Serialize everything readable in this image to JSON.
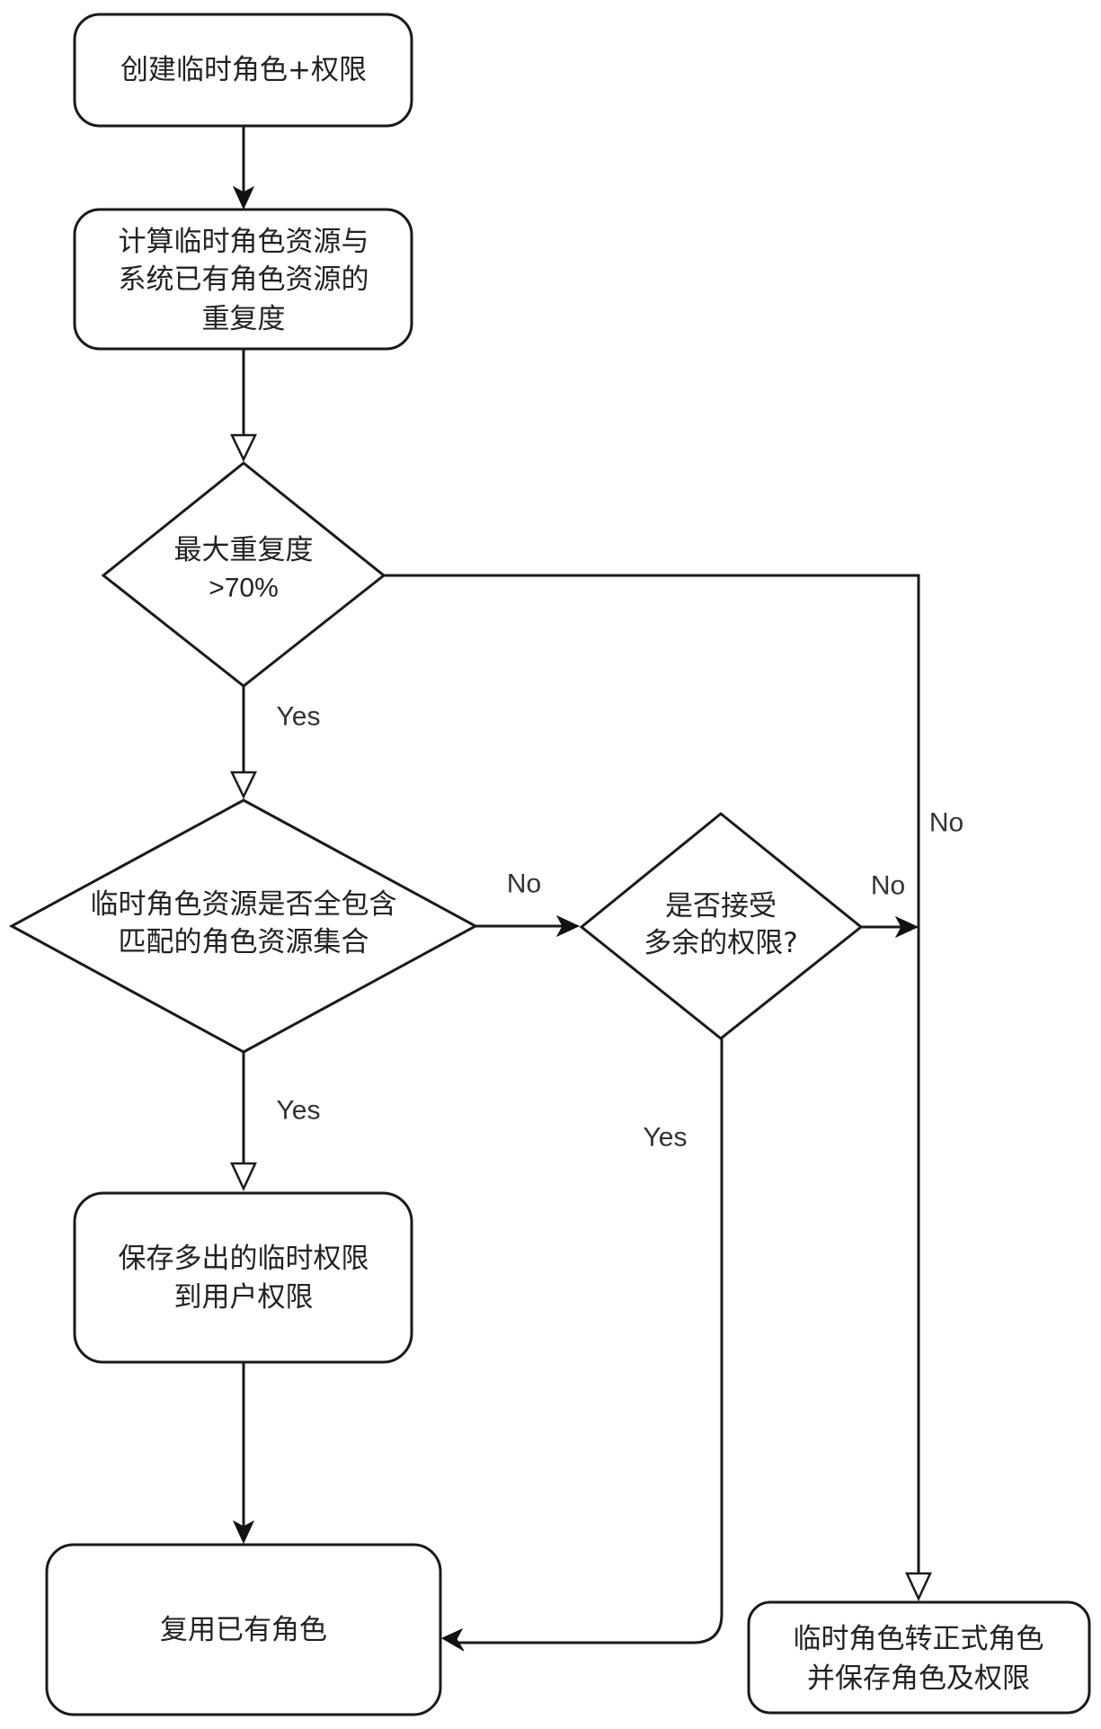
{
  "diagram": {
    "type": "flowchart",
    "nodes": {
      "create_role": {
        "shape": "rounded-rect",
        "lines": [
          "创建临时角色+权限"
        ]
      },
      "compute_overlap": {
        "shape": "rounded-rect",
        "lines": [
          "计算临时角色资源与",
          "系统已有角色资源的",
          "重复度"
        ]
      },
      "max_overlap_check": {
        "shape": "diamond",
        "lines": [
          "最大重复度",
          ">70%"
        ]
      },
      "contains_check": {
        "shape": "diamond",
        "lines": [
          "临时角色资源是否全包含",
          "匹配的角色资源集合"
        ]
      },
      "accept_extra_check": {
        "shape": "diamond",
        "lines": [
          "是否接受",
          "多余的权限?"
        ]
      },
      "save_extra": {
        "shape": "rounded-rect",
        "lines": [
          "保存多出的临时权限",
          "到用户权限"
        ]
      },
      "reuse_role": {
        "shape": "rounded-rect",
        "lines": [
          "复用已有角色"
        ]
      },
      "convert_role": {
        "shape": "rounded-rect",
        "lines": [
          "临时角色转正式角色",
          "并保存角色及权限"
        ]
      }
    },
    "edges": [
      {
        "from": "create_role",
        "to": "compute_overlap",
        "label": ""
      },
      {
        "from": "compute_overlap",
        "to": "max_overlap_check",
        "label": ""
      },
      {
        "from": "max_overlap_check",
        "to": "contains_check",
        "label": "Yes"
      },
      {
        "from": "max_overlap_check",
        "to": "convert_role",
        "label": "No"
      },
      {
        "from": "contains_check",
        "to": "accept_extra_check",
        "label": "No"
      },
      {
        "from": "contains_check",
        "to": "save_extra",
        "label": "Yes"
      },
      {
        "from": "accept_extra_check",
        "to": "convert_role",
        "label": "No"
      },
      {
        "from": "accept_extra_check",
        "to": "reuse_role",
        "label": "Yes"
      },
      {
        "from": "save_extra",
        "to": "reuse_role",
        "label": ""
      }
    ]
  }
}
